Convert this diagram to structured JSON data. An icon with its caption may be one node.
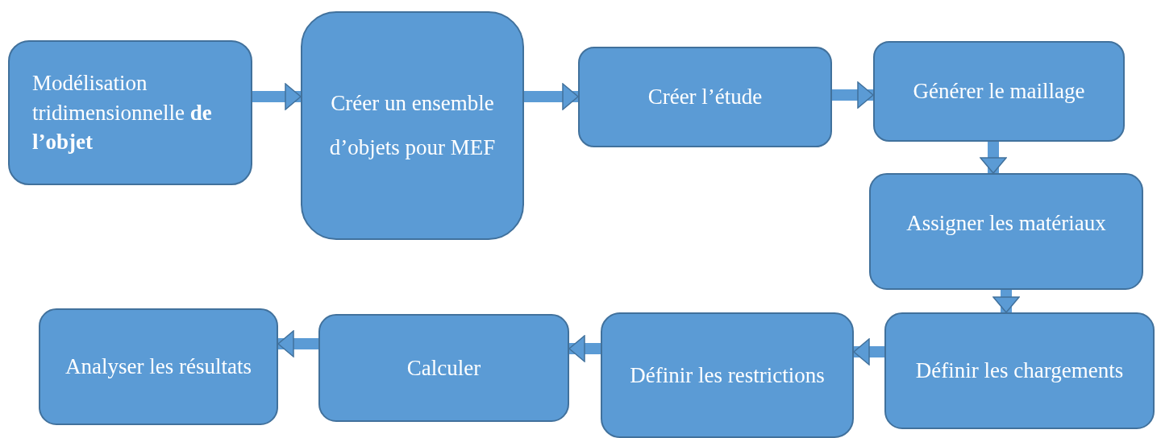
{
  "diagram": {
    "nodes": [
      {
        "text": [
          "Modélisation tridimensionnelle **de l’objet**"
        ]
      },
      {
        "text": [
          "Créer un ensemble d’objets pour MEF"
        ]
      },
      {
        "text": [
          "Créer l’étude"
        ]
      },
      {
        "text": [
          "Générer le maillage"
        ]
      },
      {
        "text": [
          "Assigner les matériaux"
        ]
      },
      {
        "text": [
          "Définir les chargements"
        ]
      },
      {
        "text": [
          "Définir les restrictions"
        ]
      },
      {
        "text": [
          "Calculer"
        ]
      },
      {
        "text": [
          "Analyser les résultats"
        ]
      }
    ],
    "edges": [
      {
        "from": 0,
        "to": 1,
        "arrow": "to"
      },
      {
        "from": 1,
        "to": 2,
        "arrow": "to"
      },
      {
        "from": 2,
        "to": 3,
        "arrow": "to"
      },
      {
        "from": 3,
        "to": 4,
        "arrow": "to"
      },
      {
        "from": 4,
        "to": 5,
        "arrow": "to"
      },
      {
        "from": 5,
        "to": 6,
        "arrow": "to"
      },
      {
        "from": 6,
        "to": 7,
        "arrow": "to"
      },
      {
        "from": 7,
        "to": 8,
        "arrow": "to"
      }
    ]
  }
}
